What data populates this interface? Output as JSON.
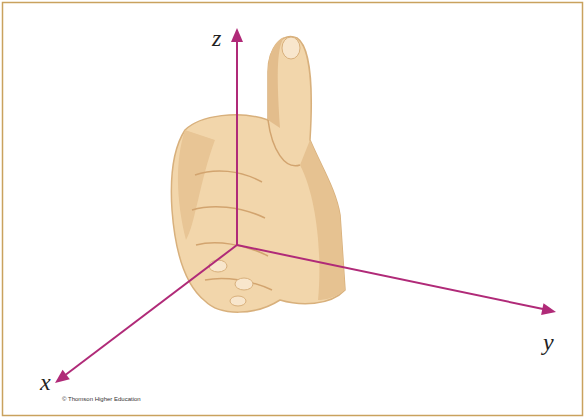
{
  "diagram": {
    "labels": [
      "z",
      "y",
      "x",
      "© Thomson Higher Education"
    ]
  }
}
